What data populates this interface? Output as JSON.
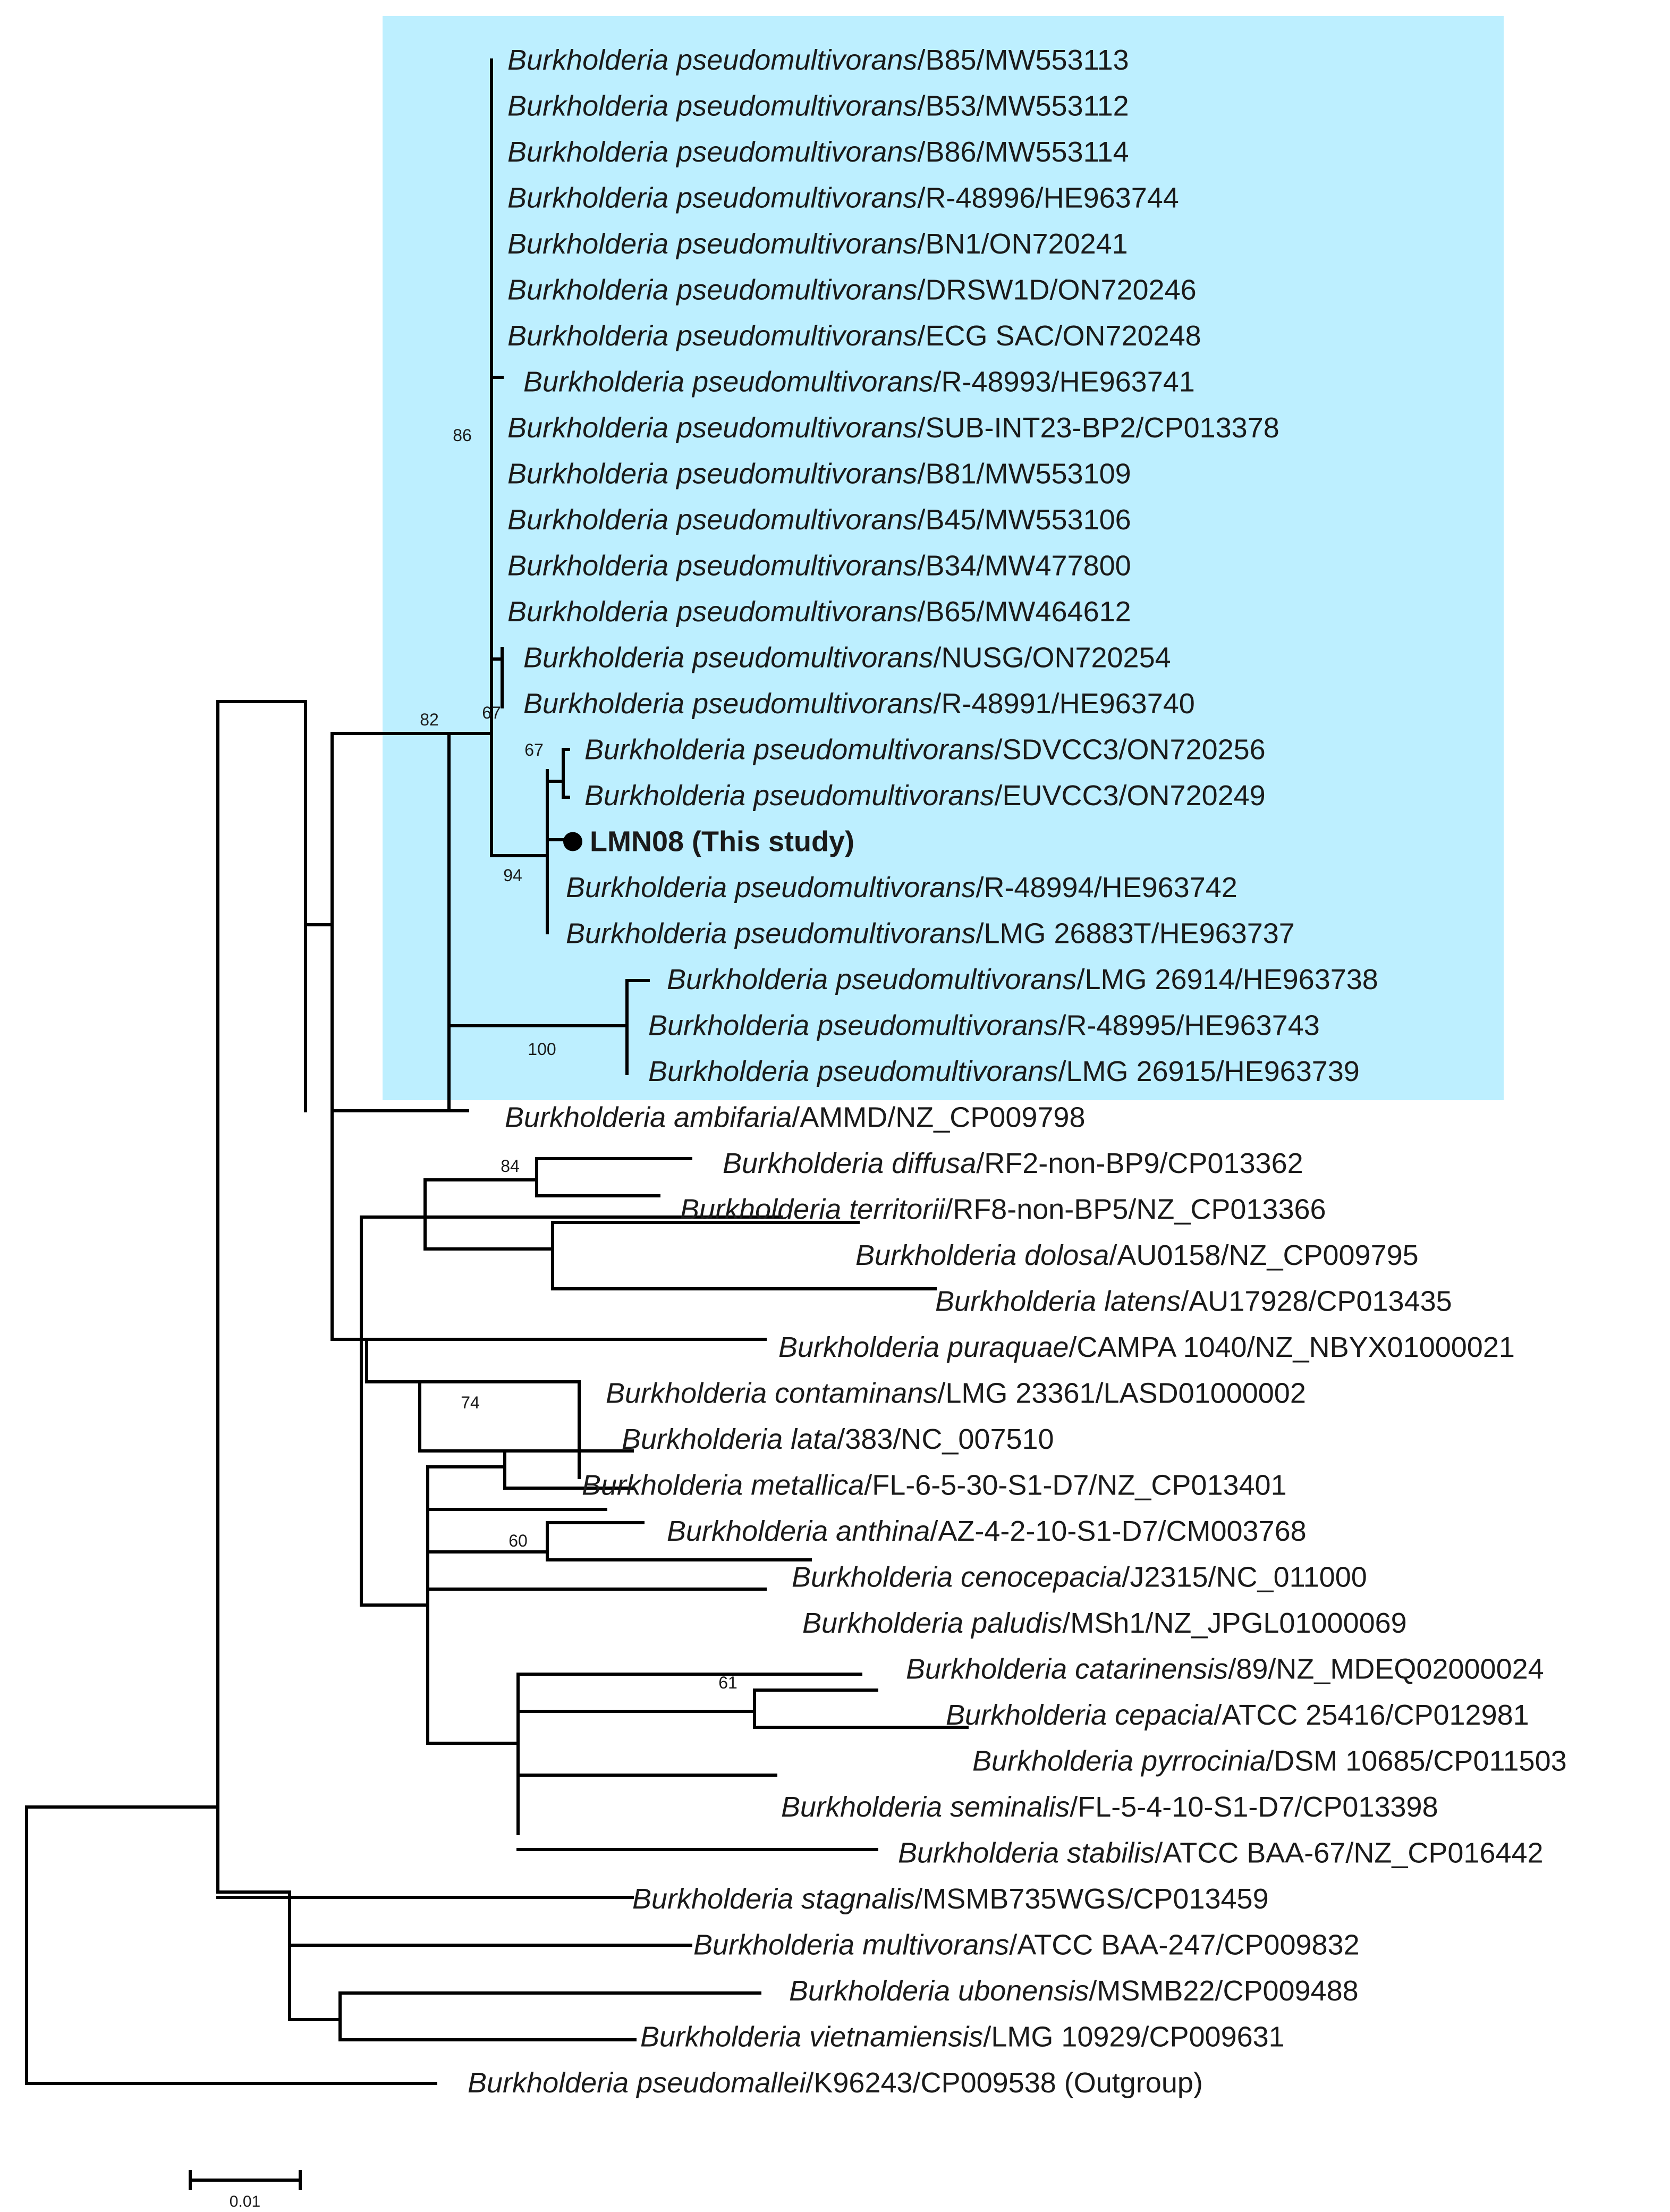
{
  "colors": {
    "clade_highlight": "#bdefff",
    "branch": "#000000",
    "text": "#1a1a1a"
  },
  "taxa": [
    {
      "species": "Burkholderia pseudomultivorans",
      "rest": "/B85/MW553113"
    },
    {
      "species": "Burkholderia pseudomultivorans",
      "rest": "/B53/MW553112"
    },
    {
      "species": "Burkholderia pseudomultivorans",
      "rest": "/B86/MW553114"
    },
    {
      "species": "Burkholderia pseudomultivorans",
      "rest": "/R-48996/HE963744"
    },
    {
      "species": "Burkholderia pseudomultivorans",
      "rest": "/BN1/ON720241"
    },
    {
      "species": "Burkholderia pseudomultivorans",
      "rest": "/DRSW1D/ON720246"
    },
    {
      "species": "Burkholderia pseudomultivorans",
      "rest": "/ECG SAC/ON720248"
    },
    {
      "species": "Burkholderia pseudomultivorans",
      "rest": "/R-48993/HE963741"
    },
    {
      "species": "Burkholderia pseudomultivorans",
      "rest": "/SUB-INT23-BP2/CP013378"
    },
    {
      "species": "Burkholderia pseudomultivorans",
      "rest": "/B81/MW553109"
    },
    {
      "species": "Burkholderia pseudomultivorans",
      "rest": "/B45/MW553106"
    },
    {
      "species": "Burkholderia pseudomultivorans",
      "rest": "/B34/MW477800"
    },
    {
      "species": "Burkholderia pseudomultivorans",
      "rest": "/B65/MW464612"
    },
    {
      "species": "Burkholderia pseudomultivorans",
      "rest": "/NUSG/ON720254"
    },
    {
      "species": "Burkholderia pseudomultivorans",
      "rest": "/R-48991/HE963740"
    },
    {
      "species": "Burkholderia pseudomultivorans",
      "rest": "/SDVCC3/ON720256"
    },
    {
      "species": "Burkholderia pseudomultivorans",
      "rest": "/EUVCC3/ON720249"
    },
    {
      "species": "",
      "rest": "LMN08 (This study)",
      "bold": true,
      "marker": true
    },
    {
      "species": "Burkholderia pseudomultivorans",
      "rest": "/R-48994/HE963742"
    },
    {
      "species": "Burkholderia pseudomultivorans",
      "rest": "/LMG 26883T/HE963737"
    },
    {
      "species": "Burkholderia pseudomultivorans",
      "rest": "/LMG 26914/HE963738"
    },
    {
      "species": "Burkholderia pseudomultivorans",
      "rest": "/R-48995/HE963743"
    },
    {
      "species": "Burkholderia pseudomultivorans",
      "rest": "/LMG 26915/HE963739"
    },
    {
      "species": "Burkholderia ambifaria",
      "rest": "/AMMD/NZ_CP009798"
    },
    {
      "species": "Burkholderia diffusa",
      "rest": "/RF2-non-BP9/CP013362"
    },
    {
      "species": "Burkholderia territorii",
      "rest": "/RF8-non-BP5/NZ_CP013366"
    },
    {
      "species": "Burkholderia dolosa",
      "rest": "/AU0158/NZ_CP009795"
    },
    {
      "species": "Burkholderia latens",
      "rest": "/AU17928/CP013435"
    },
    {
      "species": "Burkholderia puraquae",
      "rest": "/CAMPA 1040/NZ_NBYX01000021"
    },
    {
      "species": "Burkholderia contaminans",
      "rest": "/LMG 23361/LASD01000002"
    },
    {
      "species": "Burkholderia lata",
      "rest": "/383/NC_007510"
    },
    {
      "species": "Burkholderia metallica",
      "rest": "/FL-6-5-30-S1-D7/NZ_CP013401"
    },
    {
      "species": "Burkholderia anthina",
      "rest": "/AZ-4-2-10-S1-D7/CM003768"
    },
    {
      "species": "Burkholderia cenocepacia",
      "rest": "/J2315/NC_011000"
    },
    {
      "species": "Burkholderia paludis",
      "rest": "/MSh1/NZ_JPGL01000069"
    },
    {
      "species": "Burkholderia catarinensis",
      "rest": "/89/NZ_MDEQ02000024"
    },
    {
      "species": "Burkholderia cepacia",
      "rest": "/ATCC 25416/CP012981"
    },
    {
      "species": "Burkholderia pyrrocinia",
      "rest": "/DSM 10685/CP011503"
    },
    {
      "species": "Burkholderia seminalis",
      "rest": "/FL-5-4-10-S1-D7/CP013398"
    },
    {
      "species": "Burkholderia stabilis",
      "rest": "/ATCC BAA-67/NZ_CP016442"
    },
    {
      "species": "Burkholderia stagnalis",
      "rest": "/MSMB735WGS/CP013459"
    },
    {
      "species": "Burkholderia multivorans",
      "rest": "/ATCC BAA-247/CP009832"
    },
    {
      "species": "Burkholderia ubonensis",
      "rest": "/MSMB22/CP009488"
    },
    {
      "species": "Burkholderia vietnamiensis",
      "rest": "/LMG 10929/CP009631"
    },
    {
      "species": "Burkholderia pseudomallei",
      "rest": "/K96243/CP009538 (Outgroup)"
    }
  ],
  "bootstrap": [
    "86",
    "82",
    "67",
    "67",
    "94",
    "100",
    "84",
    "74",
    "60",
    "61"
  ],
  "scale_bar": {
    "label": "0.01"
  }
}
